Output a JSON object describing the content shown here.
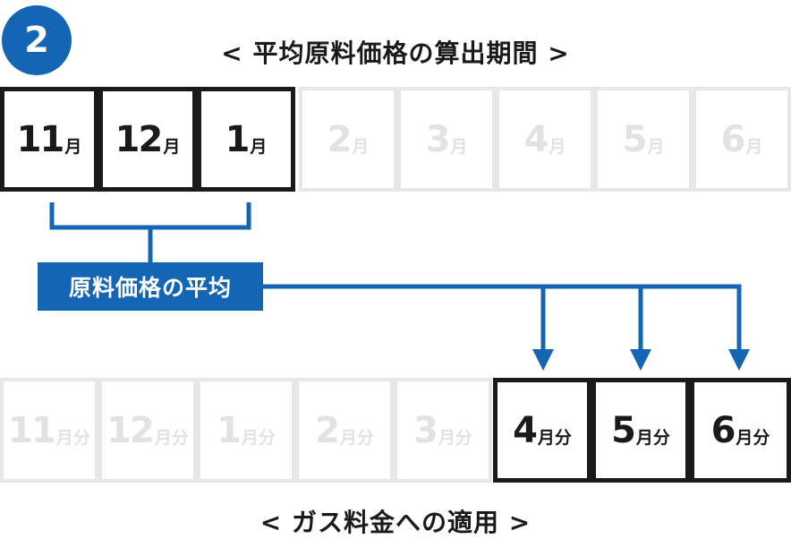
{
  "badge": {
    "number": "2"
  },
  "captions": {
    "top": "< 平均原料価格の算出期間 >",
    "bottom": "< ガス料金への適用 >"
  },
  "calculation_period": {
    "months": [
      {
        "num": "11",
        "unit": "月",
        "active": true
      },
      {
        "num": "12",
        "unit": "月",
        "active": true
      },
      {
        "num": "1",
        "unit": "月",
        "active": true
      },
      {
        "num": "2",
        "unit": "月",
        "active": false
      },
      {
        "num": "3",
        "unit": "月",
        "active": false
      },
      {
        "num": "4",
        "unit": "月",
        "active": false
      },
      {
        "num": "5",
        "unit": "月",
        "active": false
      },
      {
        "num": "6",
        "unit": "月",
        "active": false
      }
    ]
  },
  "average_label": "原料価格の平均",
  "application": {
    "months": [
      {
        "num": "11",
        "unit": "月分",
        "active": false
      },
      {
        "num": "12",
        "unit": "月分",
        "active": false
      },
      {
        "num": "1",
        "unit": "月分",
        "active": false
      },
      {
        "num": "2",
        "unit": "月分",
        "active": false
      },
      {
        "num": "3",
        "unit": "月分",
        "active": false
      },
      {
        "num": "4",
        "unit": "月分",
        "active": true
      },
      {
        "num": "5",
        "unit": "月分",
        "active": true
      },
      {
        "num": "6",
        "unit": "月分",
        "active": true
      }
    ]
  },
  "colors": {
    "accent": "#1565b5",
    "active_border": "#1a1a1a",
    "inactive_border": "#e7e7e7",
    "inactive_text": "#e2e2e2"
  }
}
